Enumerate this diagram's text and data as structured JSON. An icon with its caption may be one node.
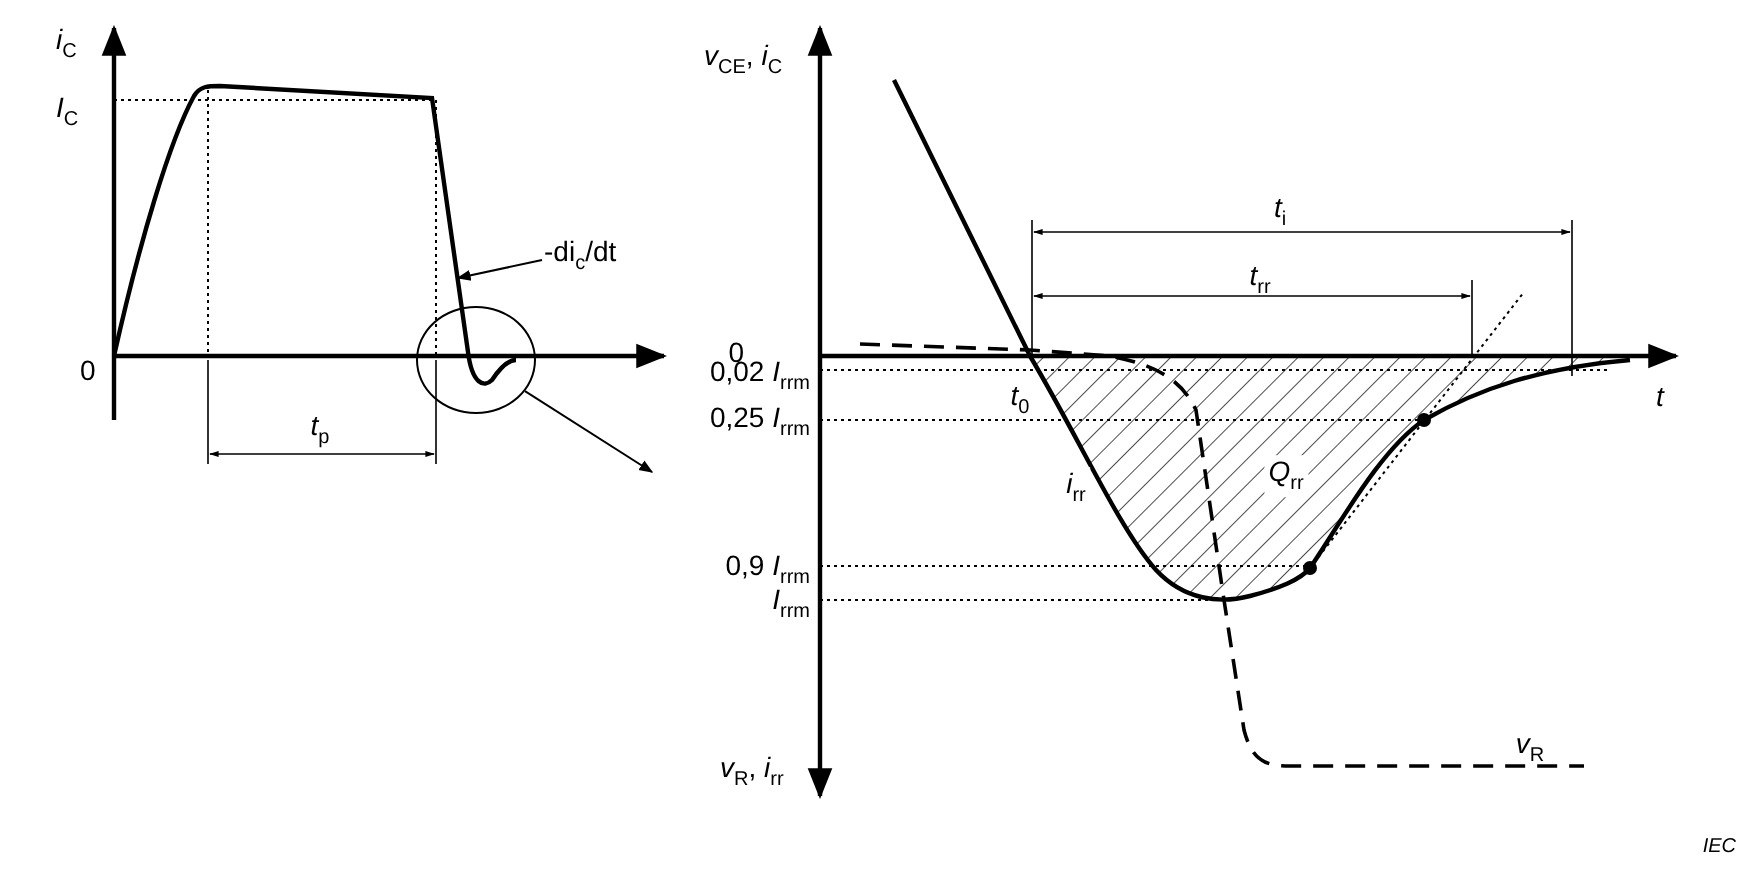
{
  "diagram": {
    "nodes": [
      {
        "text": [
          "-di$_{c}$/dt"
        ]
      },
      {
        "text": [],
        "shape": "circle"
      },
      {
        "text": [],
        "shape": "curve"
      }
    ],
    "edges": [
      {
        "from": 0,
        "to": 2,
        "arrow": "to"
      },
      {
        "from": 1,
        "to": null,
        "arrow": "to"
      }
    ],
    "labels": [
      "*i*$_{C}$",
      "*I*$_{C}$",
      "0",
      "*t*$_{p}$",
      "*v*$_{CE}$, *i*$_{C}$",
      "*t*$_{i}$",
      "*t*$_{rr}$",
      "0",
      "0,02 *I*$_{rrm}$",
      "t",
      "*t*$_{0}$",
      "0,25 *I*$_{rrm}$",
      "*Q*$_{rr}$",
      "*i*$_{rr}$",
      "0,9 *I*$_{rrm}$",
      "*I*$_{rrm}$",
      "*v*$_{R}$",
      "*v*$_{R}$, *i*$_{rr}$",
      "IEC"
    ]
  }
}
